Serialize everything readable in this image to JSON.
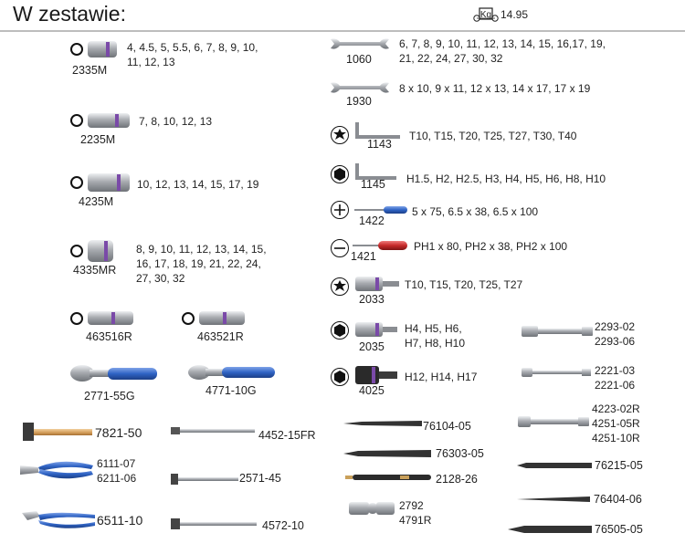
{
  "header": {
    "title": "W zestawie:",
    "weight": "14.95",
    "weight_icon": "weight-scale-icon"
  },
  "left": [
    {
      "code": "2335M",
      "sizes": "4, 4.5, 5, 5.5, 6, 7, 8, 9, 10,\n11, 12, 13"
    },
    {
      "code": "2235M",
      "sizes": "7, 8, 10, 12, 13"
    },
    {
      "code": "4235M",
      "sizes": "10, 12, 13, 14, 15, 17, 19"
    },
    {
      "code": "4335MR",
      "sizes": "8, 9, 10, 11, 12, 13, 14, 15,\n16, 17, 18, 19, 21, 22, 24,\n27, 30, 32"
    },
    {
      "code": "463516R"
    },
    {
      "code": "463521R"
    },
    {
      "code": "2771-55G"
    },
    {
      "code": "4771-10G"
    },
    {
      "code": "7821-50"
    },
    {
      "code": "4452-15FR"
    },
    {
      "code": "6111-07\n6211-06"
    },
    {
      "code": "2571-45"
    },
    {
      "code": "6511-10"
    },
    {
      "code": "4572-10"
    }
  ],
  "right": [
    {
      "code": "1060",
      "sizes": "6, 7, 8, 9, 10, 11, 12, 13, 14, 15, 16,17, 19,\n21, 22, 24, 27, 30, 32"
    },
    {
      "code": "1930",
      "sizes": "8 x 10, 9 x 11, 12 x 13, 14 x 17, 17 x 19"
    },
    {
      "code": "1143",
      "sizes": "T10, T15, T20, T25, T27, T30, T40"
    },
    {
      "code": "1145",
      "sizes": "H1.5, H2, H2.5, H3, H4, H5, H6, H8, H10"
    },
    {
      "code": "1422",
      "sizes": "5 x 75, 6.5 x 38, 6.5 x 100"
    },
    {
      "code": "1421",
      "sizes": "PH1 x 80, PH2 x 38, PH2 x 100"
    },
    {
      "code": "2033",
      "sizes": "T10, T15, T20, T25, T27"
    },
    {
      "code": "2035",
      "sizes": "H4, H5, H6,\nH7, H8, H10"
    },
    {
      "code": "4025",
      "sizes": "H12, H14, H17"
    },
    {
      "code": "76104-05"
    },
    {
      "code": "76303-05"
    },
    {
      "code": "2128-26"
    },
    {
      "code": "2792\n4791R"
    }
  ],
  "far_right": [
    {
      "code": "2293-02\n2293-06"
    },
    {
      "code": "2221-03\n2221-06"
    },
    {
      "code": "4223-02R\n4251-05R\n4251-10R"
    },
    {
      "code": "76215-05"
    },
    {
      "code": "76404-06"
    },
    {
      "code": "76505-05"
    }
  ],
  "colors": {
    "blue": "#2f63c4",
    "purple": "#7a4aa8",
    "red": "#c52a2a",
    "steel": "#a9acb1",
    "wood": "#d8a86a"
  }
}
